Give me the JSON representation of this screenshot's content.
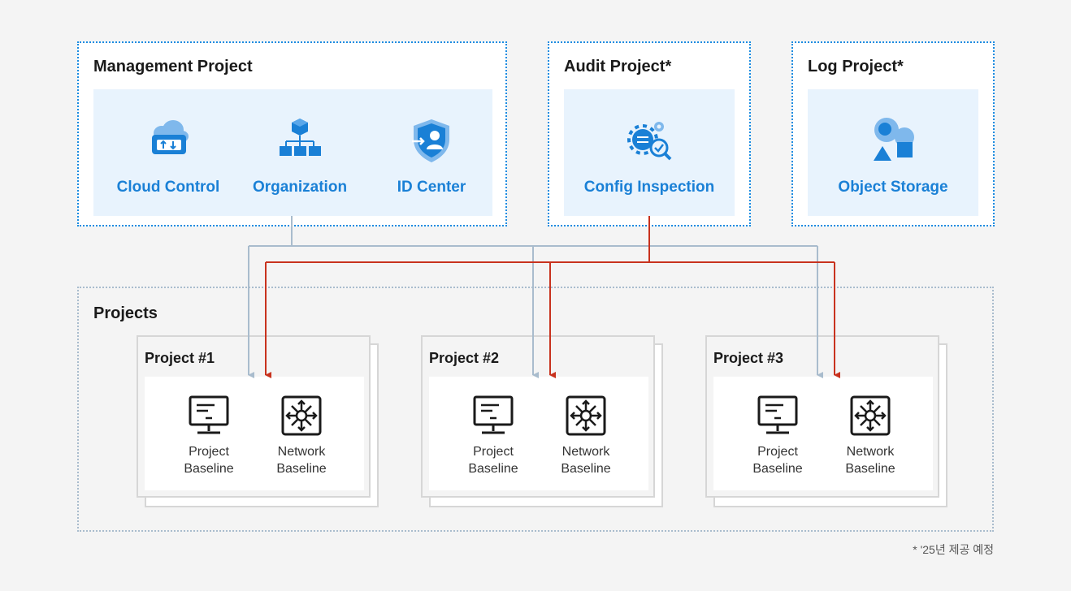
{
  "management": {
    "title": "Management Project",
    "services": [
      {
        "label": "Cloud Control",
        "icon": "cloud-control-icon"
      },
      {
        "label": "Organization",
        "icon": "organization-icon"
      },
      {
        "label": "ID Center",
        "icon": "id-center-shield-icon"
      }
    ]
  },
  "audit": {
    "title": "Audit Project*",
    "service": {
      "label": "Config Inspection",
      "icon": "config-inspection-icon"
    }
  },
  "log": {
    "title": "Log Project*",
    "service": {
      "label": "Object Storage",
      "icon": "object-storage-icon"
    }
  },
  "projects": {
    "title": "Projects",
    "items": [
      {
        "title": "Project #1",
        "baselines": [
          {
            "line1": "Project",
            "line2": "Baseline",
            "icon": "monitor-icon"
          },
          {
            "line1": "Network",
            "line2": "Baseline",
            "icon": "network-hub-icon"
          }
        ]
      },
      {
        "title": "Project #2",
        "baselines": [
          {
            "line1": "Project",
            "line2": "Baseline",
            "icon": "monitor-icon"
          },
          {
            "line1": "Network",
            "line2": "Baseline",
            "icon": "network-hub-icon"
          }
        ]
      },
      {
        "title": "Project #3",
        "baselines": [
          {
            "line1": "Project",
            "line2": "Baseline",
            "icon": "monitor-icon"
          },
          {
            "line1": "Network",
            "line2": "Baseline",
            "icon": "network-hub-icon"
          }
        ]
      }
    ]
  },
  "colors": {
    "accent_blue": "#1a80d6",
    "dotted_border": "#1a8be0",
    "management_line": "#a9bccd",
    "audit_line": "#c8321e",
    "panel_bg": "#e8f3fd"
  },
  "footnote": "* '25년 제공 예정"
}
